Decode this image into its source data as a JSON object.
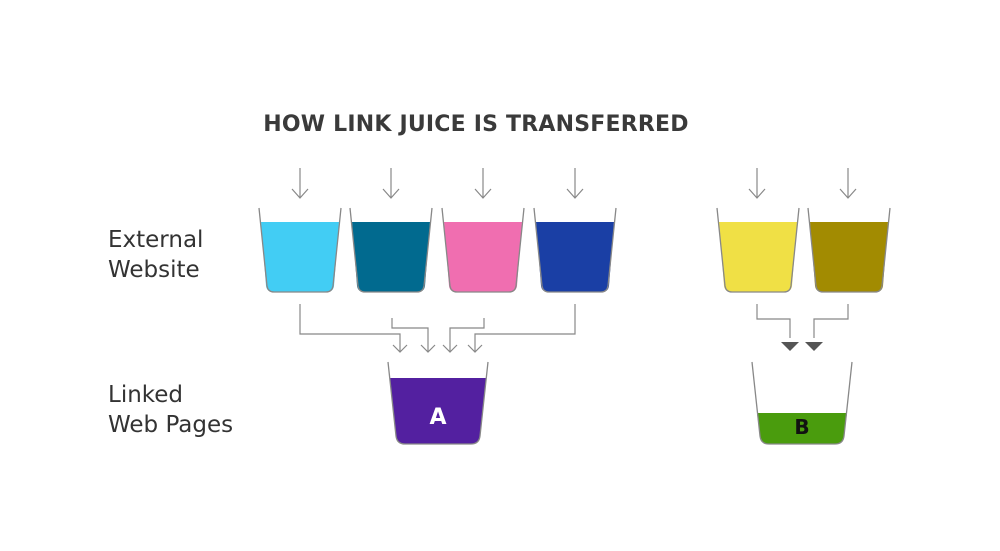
{
  "title": "HOW LINK JUICE IS TRANSFERRED",
  "labels": {
    "external_line1": "External",
    "external_line2": "Website",
    "linked_line1": "Linked",
    "linked_line2": "Web Pages"
  },
  "colors": {
    "cup1": "#42CDF4",
    "cup2": "#016A8F",
    "cup3": "#F06EB0",
    "cup4": "#1A3FA5",
    "cup5": "#F0E045",
    "cup6": "#A28B01",
    "pageA": "#5320A0",
    "pageB": "#4A9C0D",
    "outline": "#888888",
    "arrow_dark": "#555555"
  },
  "pages": {
    "a_label": "A",
    "b_label": "B"
  }
}
